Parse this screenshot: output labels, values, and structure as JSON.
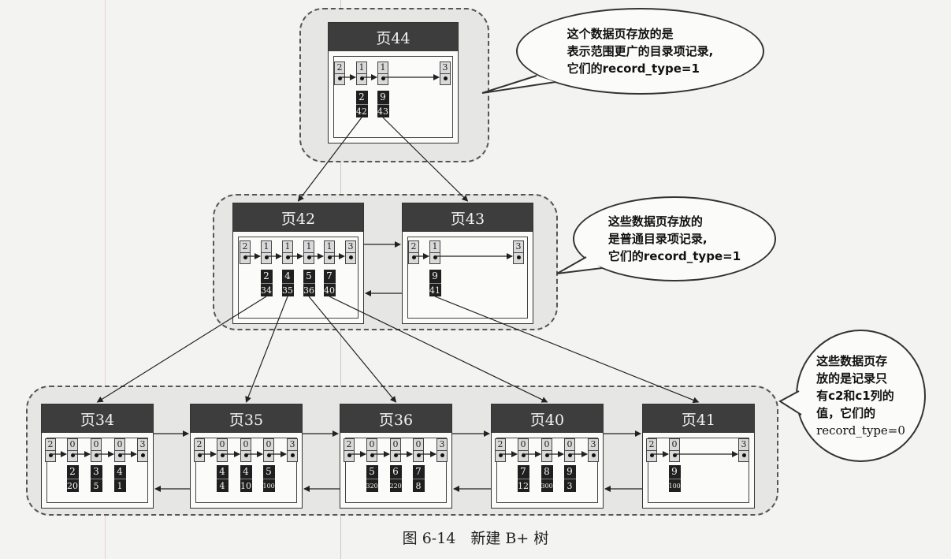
{
  "caption": "图 6-14　新建 B+ 树",
  "pages": [
    {
      "id": "p44",
      "title": "页44",
      "records": [
        {
          "type": "2"
        },
        {
          "type": "1",
          "k": "2",
          "v": "42"
        },
        {
          "type": "1",
          "k": "9",
          "v": "43"
        },
        {
          "type": "3"
        }
      ]
    },
    {
      "id": "p42",
      "title": "页42",
      "records": [
        {
          "type": "2"
        },
        {
          "type": "1",
          "k": "2",
          "v": "34"
        },
        {
          "type": "1",
          "k": "4",
          "v": "35"
        },
        {
          "type": "1",
          "k": "5",
          "v": "36"
        },
        {
          "type": "1",
          "k": "7",
          "v": "40"
        },
        {
          "type": "3"
        }
      ]
    },
    {
      "id": "p43",
      "title": "页43",
      "records": [
        {
          "type": "2"
        },
        {
          "type": "1",
          "k": "9",
          "v": "41"
        },
        {
          "type": "3"
        }
      ]
    },
    {
      "id": "p34",
      "title": "页34",
      "records": [
        {
          "type": "2"
        },
        {
          "type": "0",
          "k": "2",
          "v": "20"
        },
        {
          "type": "0",
          "k": "3",
          "v": "5"
        },
        {
          "type": "0",
          "k": "4",
          "v": "1"
        },
        {
          "type": "3"
        }
      ]
    },
    {
      "id": "p35",
      "title": "页35",
      "records": [
        {
          "type": "2"
        },
        {
          "type": "0",
          "k": "4",
          "v": "4"
        },
        {
          "type": "0",
          "k": "4",
          "v": "10"
        },
        {
          "type": "0",
          "k": "5",
          "v": "100"
        },
        {
          "type": "3"
        }
      ]
    },
    {
      "id": "p36",
      "title": "页36",
      "records": [
        {
          "type": "2"
        },
        {
          "type": "0",
          "k": "5",
          "v": "320"
        },
        {
          "type": "0",
          "k": "6",
          "v": "220"
        },
        {
          "type": "0",
          "k": "7",
          "v": "8"
        },
        {
          "type": "3"
        }
      ]
    },
    {
      "id": "p40",
      "title": "页40",
      "records": [
        {
          "type": "2"
        },
        {
          "type": "0",
          "k": "7",
          "v": "12"
        },
        {
          "type": "0",
          "k": "8",
          "v": "300"
        },
        {
          "type": "0",
          "k": "9",
          "v": "3"
        },
        {
          "type": "3"
        }
      ]
    },
    {
      "id": "p41",
      "title": "页41",
      "records": [
        {
          "type": "2"
        },
        {
          "type": "0",
          "k": "9",
          "v": "100"
        },
        {
          "type": "3"
        }
      ]
    }
  ],
  "bubbles": [
    {
      "id": "b-top",
      "lines": [
        "这个数据页存放的是",
        "表示范围更广的目录项记录,",
        "它们的record_type=1"
      ]
    },
    {
      "id": "b-mid",
      "lines": [
        "这些数据页存放的",
        "是普通目录项记录,",
        "它们的record_type=1"
      ]
    },
    {
      "id": "b-bottom",
      "lines": [
        "这些数据页存",
        "放的是记录只",
        "有c2和c1列的",
        "值，它们的",
        "record_type=0"
      ]
    }
  ]
}
